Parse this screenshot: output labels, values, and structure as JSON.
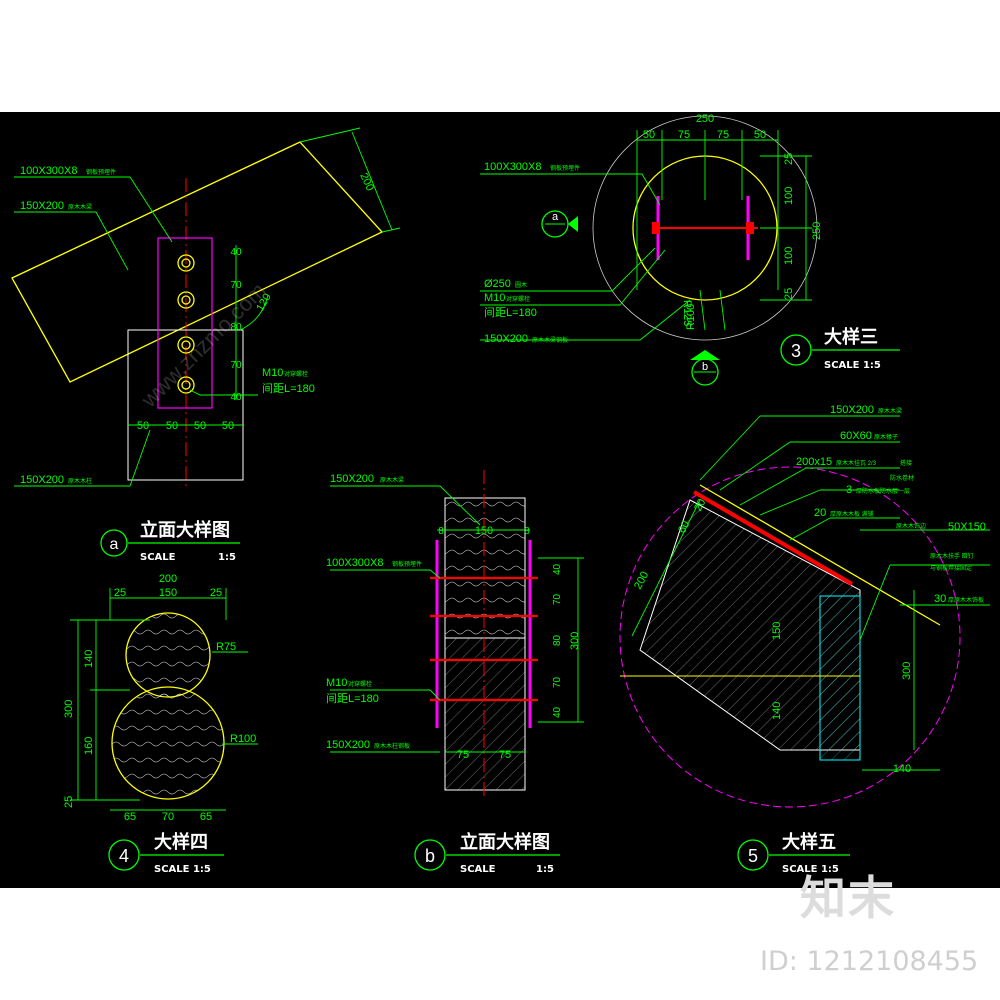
{
  "colors": {
    "background": "#000000",
    "line": "#00ff00",
    "yellow": "#ffff00",
    "cyan": "#00ffff",
    "white": "#ffffff",
    "magenta": "#ff00ff",
    "red": "#ff0000"
  },
  "watermark": {
    "brand": "知末",
    "id": "ID: 1212108455",
    "site": "www.znzmo.com"
  },
  "detail_a": {
    "letter": "a",
    "title": "立面大样图",
    "scale_label": "SCALE",
    "scale_value": "1:5",
    "labels": {
      "plate": "100X300X8",
      "plate_note": "钢板预埋件",
      "beam": "150X200",
      "beam_note": "原木木梁",
      "col": "150X200",
      "col_note": "原木木柱",
      "bolt": "M10",
      "bolt_note": "对穿螺栓",
      "bolt_len": "间距L=180"
    },
    "dims": {
      "d200": "200",
      "d120": "120",
      "v": [
        "40",
        "70",
        "80",
        "70",
        "40"
      ],
      "h": [
        "50",
        "50",
        "50",
        "50"
      ]
    }
  },
  "detail_3": {
    "number": "3",
    "title": "大样三",
    "scale": "SCALE 1:5",
    "section": "a",
    "section2": "b",
    "labels": {
      "plate": "100X300X8",
      "plate_note": "钢板预埋件",
      "dia": "Ø250",
      "dia_note": "圆木",
      "bolt": "M10",
      "bolt_note": "对穿螺栓",
      "bolt_len": "间距L=180",
      "beam": "150X200",
      "beam_note": "原木木梁钢板"
    },
    "dims": {
      "top_total": "250",
      "top": [
        "50",
        "75",
        "75",
        "50"
      ],
      "right_total": "250",
      "right": [
        "25",
        "100",
        "100",
        "25"
      ],
      "r100": "R100",
      "r125": "R125"
    }
  },
  "detail_4": {
    "number": "4",
    "title": "大样四",
    "scale": "SCALE 1:5",
    "dims": {
      "top_total": "200",
      "top": [
        "25",
        "150",
        "25"
      ],
      "left_total": "300",
      "left": [
        "140",
        "160",
        "25"
      ],
      "bottom": [
        "65",
        "70",
        "65"
      ],
      "r75": "R75",
      "r100": "R100"
    }
  },
  "detail_b": {
    "letter": "b",
    "title": "立面大样图",
    "scale_label": "SCALE",
    "scale_value": "1:5",
    "labels": {
      "beam": "150X200",
      "beam_note": "原木木梁",
      "plate": "100X300X8",
      "plate_note": "钢板预埋件",
      "bolt": "M10",
      "bolt_note": "对穿螺栓",
      "bolt_len": "间距L=180",
      "col": "150X200",
      "col_note": "原木木柱钢板"
    },
    "dims": {
      "top": [
        "8",
        "150",
        "8"
      ],
      "right": [
        "40",
        "70",
        "80",
        "70",
        "40"
      ],
      "right_total": "300",
      "bottom": [
        "75",
        "75"
      ]
    }
  },
  "detail_5": {
    "number": "5",
    "title": "大样五",
    "scale": "SCALE 1:5",
    "labels": {
      "l1": "150X200",
      "l1_note": "原木木梁",
      "l2": "60X60",
      "l2_note": "原木椽子",
      "l3": "200x15",
      "l3_note": "原木木挂瓦 2/3",
      "l3_tail": "搭接",
      "l4": "防水卷材",
      "l5": "3",
      "l5_note": "厚防水板防水层一层",
      "l6": "20",
      "l6_note": "厚原木木板 满铺",
      "l7": "原木木饰边",
      "l7_dim": "50X150",
      "l8": "原木木扶手 暗钉",
      "l9": "与钢板焊接固定",
      "l10": "30",
      "l10_note": "厚原木木饰板"
    },
    "dims": {
      "d200": "200",
      "d60": "60",
      "d20": "20",
      "d150": "150",
      "d140v": "140",
      "d300": "300",
      "d140h": "140"
    }
  }
}
